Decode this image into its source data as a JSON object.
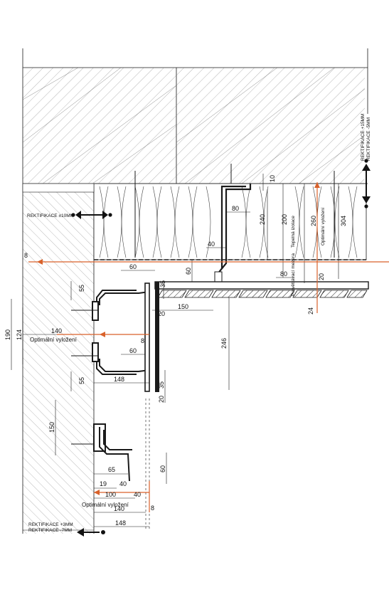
{
  "labels": {
    "rekt_left_top": "REKTIFIKACE ±10MM",
    "rekt_right_1": "REKTIFIKACE +15MM",
    "rekt_right_2": "REKTIFIKACE -5MM",
    "rekt_bottom_1": "REKTIFIKACE +3MM",
    "rekt_bottom_2": "REKTIFIKACE -7MM",
    "optimal_mid": "Optimální vyložení",
    "optimal_bottom": "Optimální vyložení",
    "optimal_right": "Optimální vyložení",
    "thermal_insulation": "Tepelná izolace",
    "air_gap": "Provětrávací mezera"
  },
  "dims": {
    "d10": "10",
    "d80a": "80",
    "d240": "240",
    "d200": "200",
    "d260": "260",
    "d304": "304",
    "d40a": "40",
    "d8a": "8",
    "d60a": "60",
    "d60b": "60",
    "d80b": "80",
    "d20a": "20",
    "d24": "24",
    "d35a": "35",
    "d55a": "55",
    "d20b": "20",
    "d150a": "150",
    "d190": "190",
    "d124": "124",
    "d140a": "140",
    "d8b": "8",
    "d60c": "60",
    "d246": "246",
    "d55b": "55",
    "d148a": "148",
    "d20c": "20",
    "d35b": "35",
    "d150b": "150",
    "d65": "65",
    "d60d": "60",
    "d19": "19",
    "d40b": "40",
    "d100": "100",
    "d40c": "40",
    "d8c": "8",
    "d140b": "140",
    "d148b": "148"
  },
  "colors": {
    "line": "#1a1a1a",
    "accent": "#d9622b",
    "hatch": "#555555"
  }
}
